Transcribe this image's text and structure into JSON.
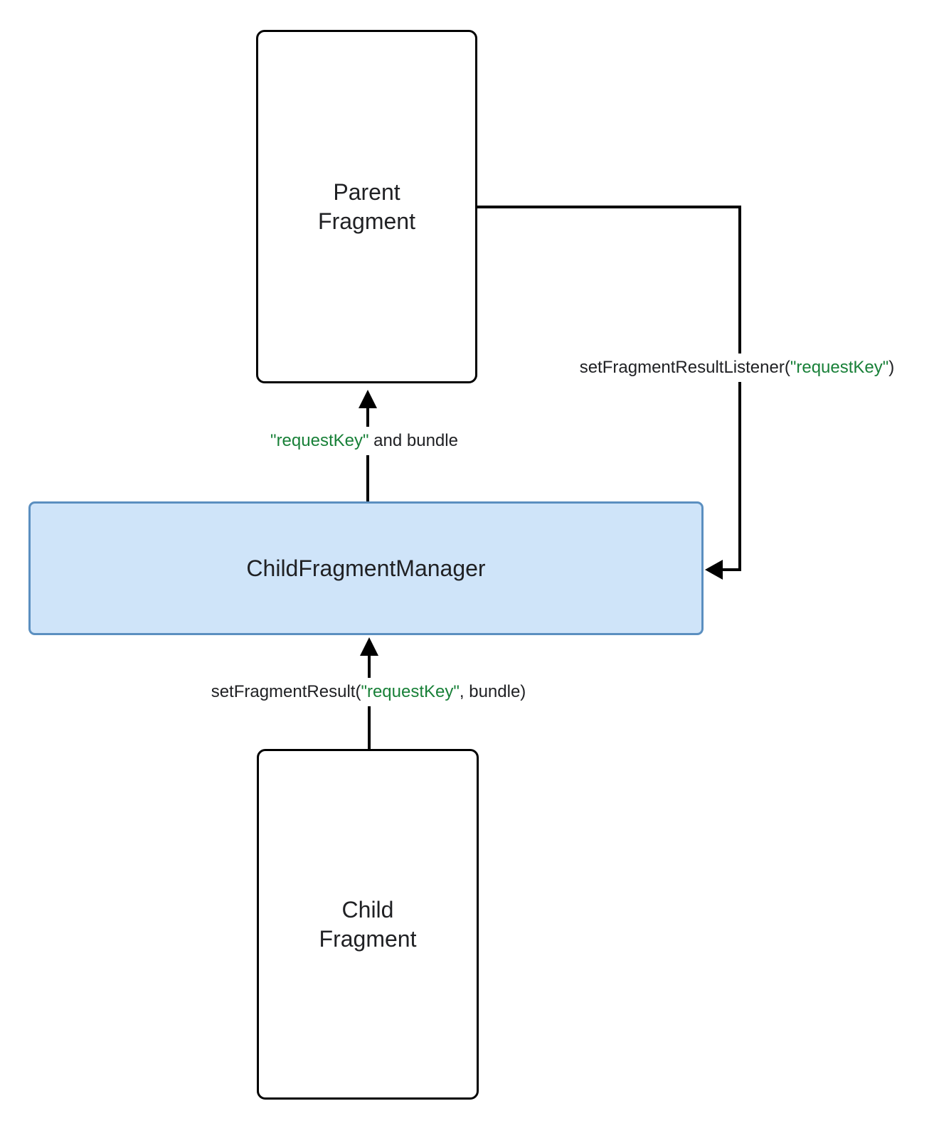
{
  "colors": {
    "background": "#ffffff",
    "line": "#000000",
    "text": "#202124",
    "key_green": "#188038",
    "manager_fill": "#cfe4f9",
    "manager_border": "#5b8fc0"
  },
  "nodes": {
    "parent_fragment": {
      "line1": "Parent",
      "line2": "Fragment"
    },
    "manager": {
      "label": "ChildFragmentManager"
    },
    "child_fragment": {
      "line1": "Child",
      "line2": "Fragment"
    }
  },
  "edges": {
    "listener": {
      "before": "setFragmentResultListener(",
      "key": "\"requestKey\"",
      "after": ")"
    },
    "deliver": {
      "key": "\"requestKey\"",
      "after": " and bundle"
    },
    "set_result": {
      "before": "setFragmentResult(",
      "key": "\"requestKey\"",
      "after": ", bundle)"
    }
  }
}
